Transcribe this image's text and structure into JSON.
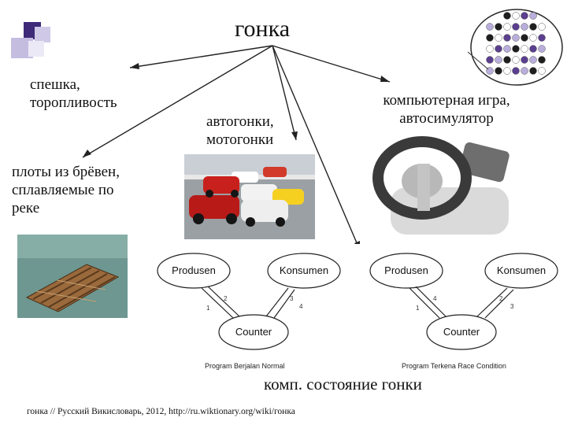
{
  "title": "гонка",
  "branches": {
    "haste": "спешка,\nторопливость",
    "rafts": "плоты из брёвен,\nсплавляемые по\nреке",
    "motorsport": "автогонки,\nмотогонки",
    "computer": "компьютерная игра,\nавтосимулятор"
  },
  "diagrams": [
    {
      "producer": "Produsen",
      "consumer": "Konsumen",
      "counter": "Counter",
      "labels": [
        "1",
        "2",
        "3",
        "4"
      ],
      "caption": "Program Berjalan Normal"
    },
    {
      "producer": "Produsen",
      "consumer": "Konsumen",
      "counter": "Counter",
      "labels": [
        "1",
        "4",
        "2",
        "3"
      ],
      "caption": "Program Terkena Race Condition"
    }
  ],
  "state_label": "комп. состояние гонки",
  "footnote": "гонка // Русский Викисловарь, 2012, http://ru.wiktionary.org/wiki/гонка",
  "colors": {
    "accent_purple": "#5b3f8f",
    "light_purple": "#b9aedb",
    "line": "#222222"
  }
}
